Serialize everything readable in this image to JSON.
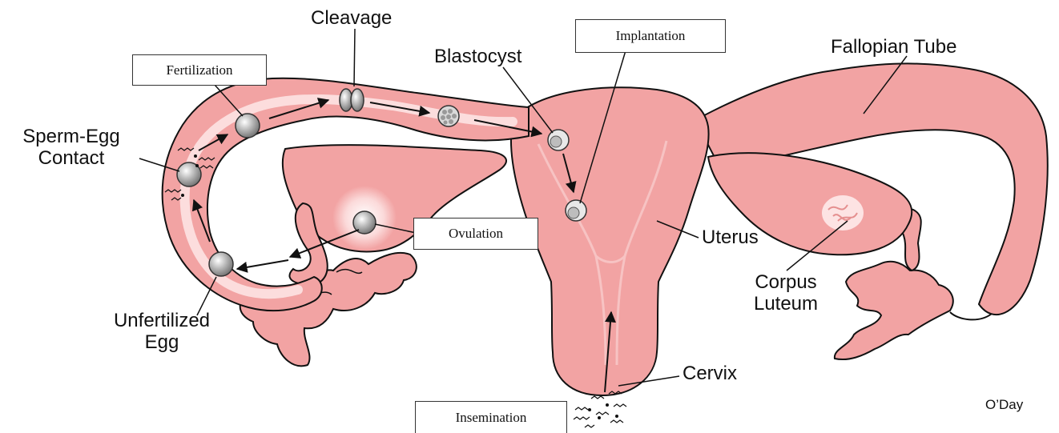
{
  "diagram": {
    "labels": {
      "cleavage": "Cleavage",
      "blastocyst": "Blastocyst",
      "fallopian_tube": "Fallopian Tube",
      "sperm_egg_contact_line1": "Sperm-Egg",
      "sperm_egg_contact_line2": "Contact",
      "uterus": "Uterus",
      "corpus_luteum_line1": "Corpus",
      "corpus_luteum_line2": "Luteum",
      "unfertilized_egg_line1": "Unfertilized",
      "unfertilized_egg_line2": "Egg",
      "cervix": "Cervix"
    },
    "boxed_labels": {
      "fertilization": "Fertilization",
      "implantation": "Implantation",
      "ovulation": "Ovulation",
      "insemination": "Insemination"
    },
    "credit": "O’Day",
    "colors": {
      "tissue": "#f2a3a3",
      "tissue_dark": "#e58f8f",
      "outline": "#111111",
      "highlight": "#fde3e3",
      "cell": "#a8a8a8"
    }
  }
}
